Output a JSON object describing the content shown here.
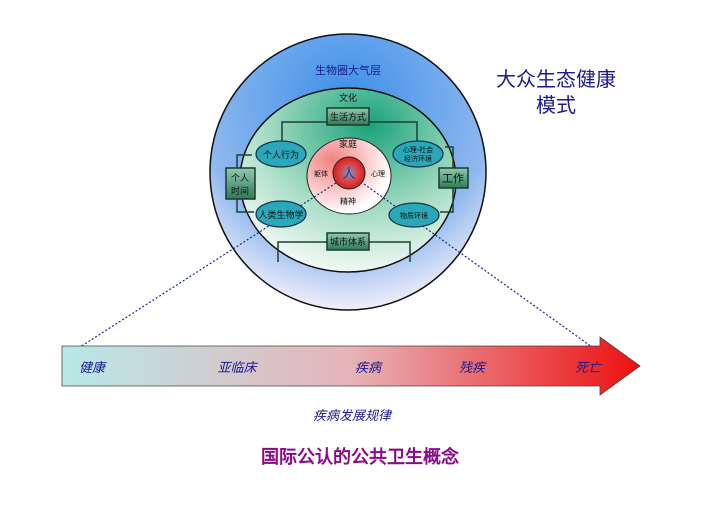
{
  "title": [
    "大众生态健康",
    "模式"
  ],
  "rings": {
    "outer": "生物圈大气层",
    "middle": "文化",
    "family": "家庭",
    "body": "躯体",
    "mind": "心理",
    "spirit": "精神",
    "person": "人"
  },
  "boxes": {
    "lifestyle": "生活方式",
    "urban": "城市体系",
    "time": [
      "个人",
      "时间"
    ],
    "work": "工作"
  },
  "ovals": {
    "behavior": "个人行为",
    "biology": "人类生物学",
    "socio": [
      "心理-社会",
      "经济环境"
    ],
    "physical": "物质环境"
  },
  "arrow": {
    "labels": [
      "健康",
      "亚临床",
      "疾病",
      "残疾",
      "死亡"
    ]
  },
  "subtitle": "疾病发展规律",
  "caption": "国际公认的公共卫生概念",
  "colors": {
    "title": "#1a1a8c",
    "caption": "#8a0a8a",
    "box": "#3f8a66",
    "oval": "#2aa7b8"
  }
}
